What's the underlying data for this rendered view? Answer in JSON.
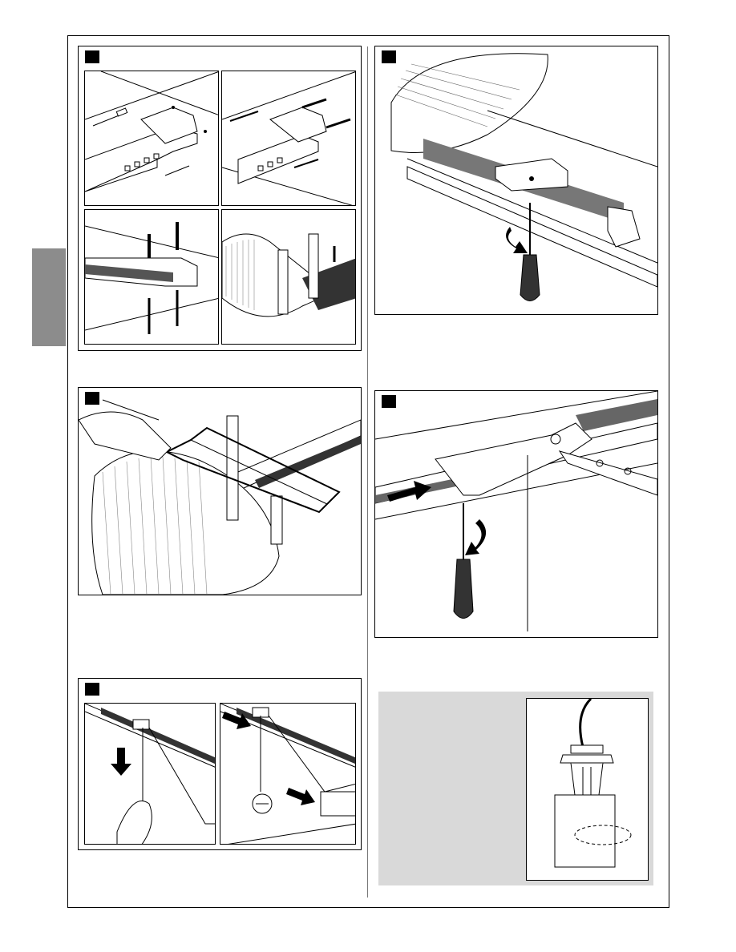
{
  "page": {
    "figures": [
      {
        "id": "fig-bracket-mounting",
        "panels": 4
      },
      {
        "id": "fig-sawing-guide",
        "panels": 1
      },
      {
        "id": "fig-trolley-release",
        "panels": 2
      },
      {
        "id": "fig-guide-screw",
        "panels": 1
      },
      {
        "id": "fig-guide-arm-screw",
        "panels": 1
      }
    ],
    "note_box": {
      "has_text": false
    },
    "icons": [
      "screw-icon",
      "wall-plug-icon",
      "saw-icon",
      "screwdriver-icon",
      "push-arrow-icon",
      "rotate-arrow-icon",
      "release-knob-icon"
    ]
  }
}
